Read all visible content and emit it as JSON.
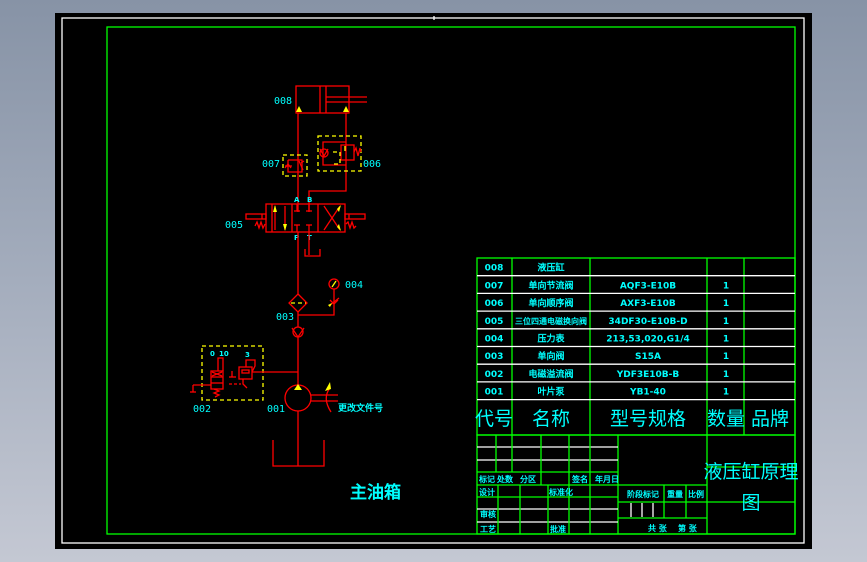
{
  "drawing": {
    "components": {
      "c008": "008",
      "c007": "007",
      "c006": "006",
      "c005": "005",
      "c004": "004",
      "c003": "003",
      "c002": "002",
      "c001": "001"
    },
    "ports": {
      "a": "A",
      "b": "B",
      "p": "P",
      "t": "T"
    },
    "relief_scale": {
      "low": "0",
      "high": "10",
      "spring": "3"
    },
    "change_file_label": "更改文件号",
    "tank_label": "主油箱"
  },
  "parts_list": {
    "rows": [
      {
        "code": "008",
        "name": "液压缸",
        "model": "",
        "qty": "",
        "brand": ""
      },
      {
        "code": "007",
        "name": "单向节流阀",
        "model": "AQF3-E10B",
        "qty": "1",
        "brand": ""
      },
      {
        "code": "006",
        "name": "单向顺序阀",
        "model": "AXF3-E10B",
        "qty": "1",
        "brand": ""
      },
      {
        "code": "005",
        "name": "三位四通电磁换向阀",
        "model": "34DF30-E10B-D",
        "qty": "1",
        "brand": ""
      },
      {
        "code": "004",
        "name": "压力表",
        "model": "213,53,020,G1/4",
        "qty": "1",
        "brand": ""
      },
      {
        "code": "003",
        "name": "单向阀",
        "model": "S15A",
        "qty": "1",
        "brand": ""
      },
      {
        "code": "002",
        "name": "电磁溢流阀",
        "model": "YDF3E10B-B",
        "qty": "1",
        "brand": ""
      },
      {
        "code": "001",
        "name": "叶片泵",
        "model": "YB1-40",
        "qty": "1",
        "brand": ""
      }
    ],
    "header": {
      "code": "代号",
      "name": "名称",
      "model": "型号规格",
      "qty": "数量",
      "brand": "品牌"
    }
  },
  "title_block": {
    "mark": "标记",
    "count": "处数",
    "zone": "分区",
    "signature": "签名",
    "date": "年月日",
    "design": "设计",
    "standardization": "标准化",
    "review": "审核",
    "process": "工艺",
    "approve": "批准",
    "stage_mark": "阶段标记",
    "weight": "重量",
    "scale": "比例",
    "total_sheets": "共 张",
    "sheet_no": "第 张",
    "title_line1": "液压缸原理",
    "title_line2": "图"
  },
  "colors": {
    "lines": "#ff0000",
    "frame_inner": "#00ff00",
    "frame_outer": "#ffffff",
    "text": "#00ffff",
    "annotation": "#ffff00",
    "canvas": "#000000"
  }
}
